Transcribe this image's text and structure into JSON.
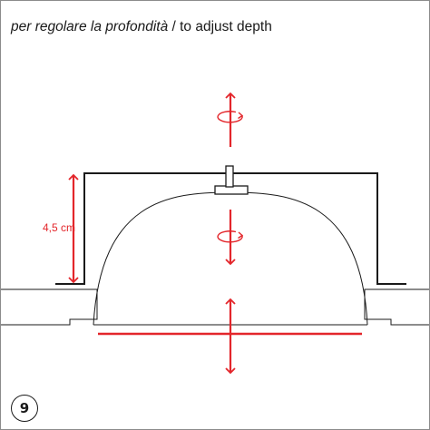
{
  "caption": {
    "italian": "per regolare la profondità",
    "separator": " / ",
    "english": "to adjust depth"
  },
  "measurement": {
    "label": "4,5 cm"
  },
  "step": {
    "number": "9"
  },
  "colors": {
    "accent_red": "#e3262b",
    "line_dark": "#1a1a1a",
    "frame_border": "#8c8c8c"
  },
  "icons": [
    "rotate-arrow-icon",
    "double-arrow-icon"
  ]
}
